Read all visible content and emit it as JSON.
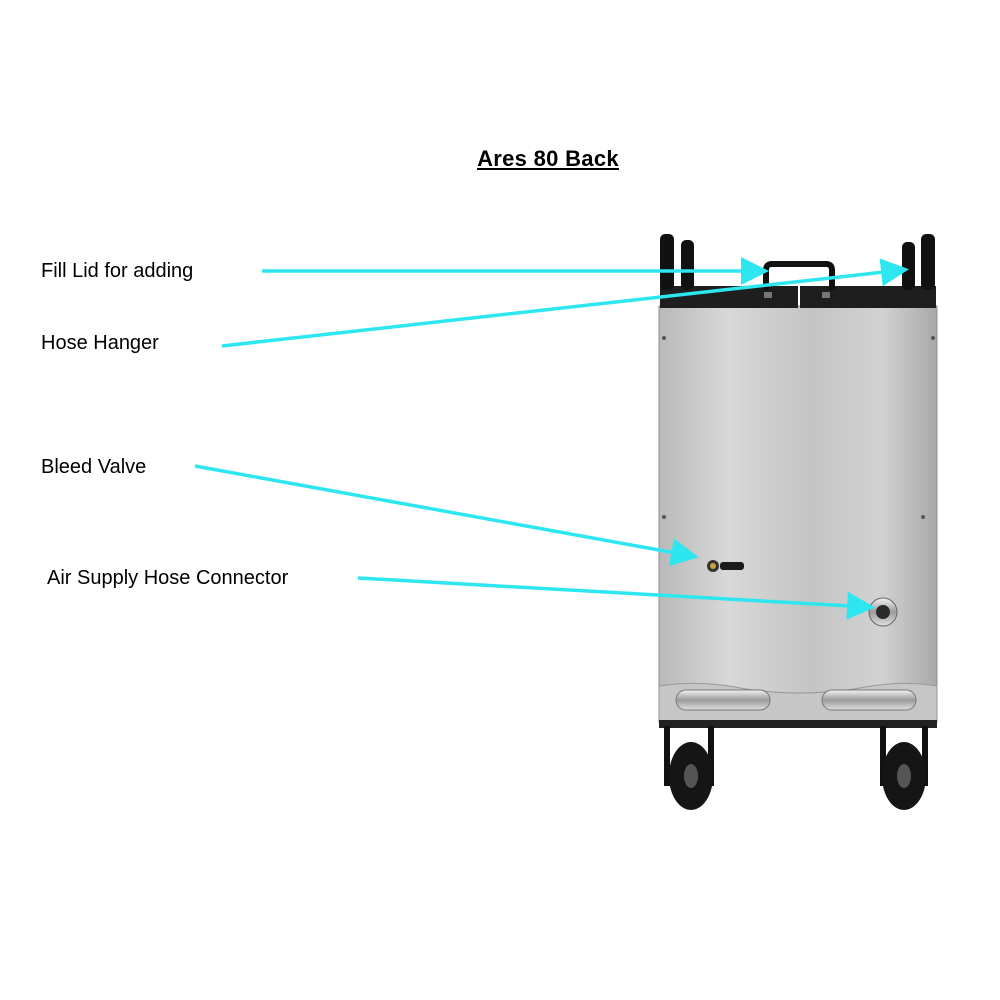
{
  "title": "Ares 80  Back",
  "labels": {
    "fill_lid": "Fill Lid for adding",
    "hose_hanger": "Hose  Hanger",
    "bleed_valve": "Bleed Valve",
    "air_supply": "Air Supply  Hose Connector"
  },
  "colors": {
    "arrow": "#2ee6f0",
    "cabinet": "#c9c9c9",
    "dark_parts": "#1a1a1a"
  }
}
